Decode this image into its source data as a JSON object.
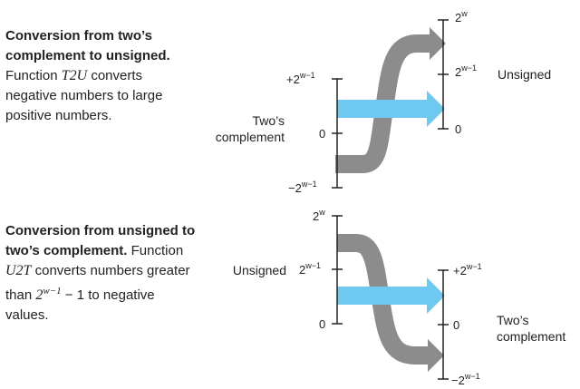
{
  "top_caption": {
    "bold": "Conversion from two’s complement to unsigned.",
    "prefix": " Function ",
    "fn": "T2U",
    "rest": " converts negative numbers to large positive numbers."
  },
  "bottom_caption": {
    "bold": "Conversion from unsigned to two’s complement.",
    "prefix": " Function ",
    "fn": "U2T",
    "mid": " converts numbers greater than ",
    "expr_base": "2",
    "expr_exp": "w−1",
    "expr_tail": " − 1 to negative values."
  },
  "top_diagram": {
    "left_axis": {
      "title_line1": "Two’s",
      "title_line2": "complement",
      "max_base": "+2",
      "max_exp": "w−1",
      "zero": "0",
      "min_base": "−2",
      "min_exp": "w−1"
    },
    "right_axis": {
      "title": "Unsigned",
      "max_base": "2",
      "max_exp": "w",
      "mid_base": "2",
      "mid_exp": "w−1",
      "zero": "0"
    }
  },
  "bottom_diagram": {
    "left_axis": {
      "title": "Unsigned",
      "max_base": "2",
      "max_exp": "w",
      "mid_base": "2",
      "mid_exp": "w−1",
      "zero": "0"
    },
    "right_axis": {
      "title_line1": "Two’s",
      "title_line2": "complement",
      "max_base": "+2",
      "max_exp": "w−1",
      "zero": "0",
      "min_base": "−2",
      "min_exp": "w−1"
    }
  },
  "colors": {
    "gray_arrow": "#8c8c8c",
    "blue_arrow": "#6fc8f0",
    "axis": "#222222"
  }
}
